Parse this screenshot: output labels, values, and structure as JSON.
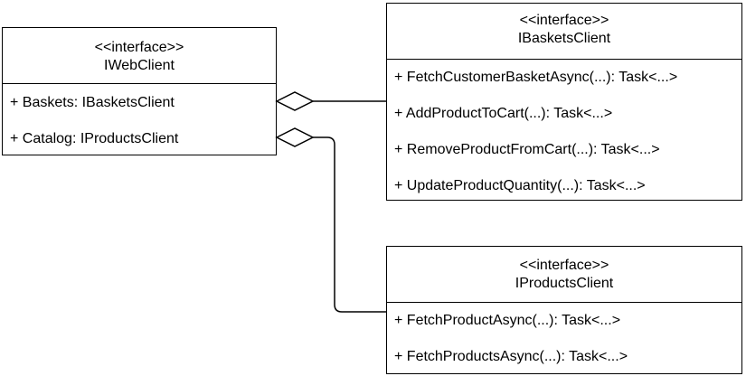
{
  "classes": {
    "iwebclient": {
      "stereotype": "<<interface>>",
      "name": "IWebClient",
      "members": [
        "+ Baskets: IBasketsClient",
        "+ Catalog: IProductsClient"
      ]
    },
    "ibasketsclient": {
      "stereotype": "<<interface>>",
      "name": "IBasketsClient",
      "members": [
        "+ FetchCustomerBasketAsync(...): Task<...>",
        "+ AddProductToCart(...): Task<...>",
        "+ RemoveProductFromCart(...): Task<...>",
        "+ UpdateProductQuantity(...): Task<...>"
      ]
    },
    "iproductsclient": {
      "stereotype": "<<interface>>",
      "name": "IProductsClient",
      "members": [
        "+ FetchProductAsync(...): Task<...>",
        "+ FetchProductsAsync(...): Task<...>"
      ]
    }
  },
  "colors": {
    "stroke": "#000000",
    "background": "#ffffff"
  }
}
